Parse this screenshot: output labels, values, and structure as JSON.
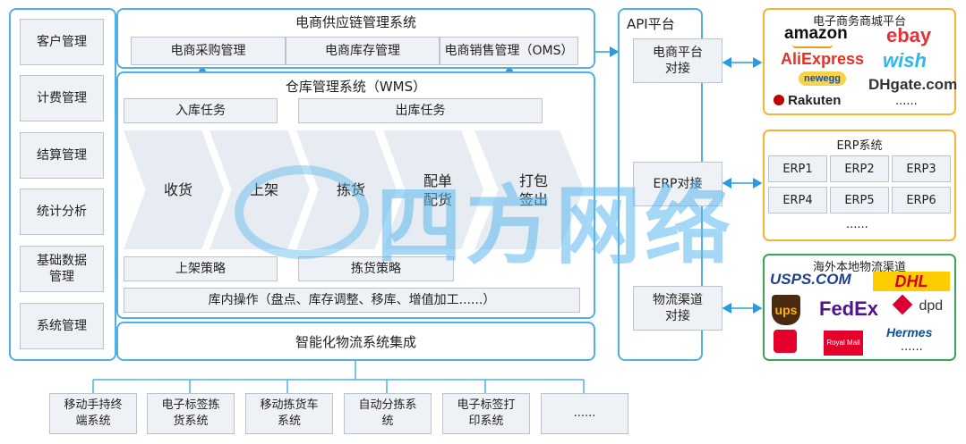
{
  "left_menu": [
    "客户管理",
    "计费管理",
    "结算管理",
    "统计分析",
    "基础数据\n管理",
    "系统管理"
  ],
  "ecom": {
    "title": "电商供应链管理系统",
    "modules": [
      "电商采购管理",
      "电商库存管理",
      "电商销售管理（OMS）"
    ]
  },
  "wms": {
    "title": "仓库管理系统（WMS）",
    "inbound_task": "入库任务",
    "outbound_task": "出库任务",
    "steps": [
      "收货",
      "上架",
      "拣货",
      "配单\n配货",
      "打包\n签出"
    ],
    "putaway_strategy": "上架策略",
    "picking_strategy": "拣货策略",
    "inner_ops": "库内操作（盘点、库存调整、移库、增值加工......）"
  },
  "integration_title": "智能化物流系统集成",
  "bottom_systems": [
    "移动手持终\n端系统",
    "电子标签拣\n货系统",
    "移动拣货车\n系统",
    "自动分拣系\n统",
    "电子标签打\n印系统",
    "......"
  ],
  "api": {
    "title": "API平台",
    "ecom_dock": "电商平台\n对接",
    "erp_dock": "ERP对接",
    "logistics_dock": "物流渠道\n对接"
  },
  "marketplaces": {
    "title": "电子商务商城平台",
    "logos": [
      "amazon",
      "ebay",
      "AliExpress",
      "wish",
      "newegg",
      "DHgate.com",
      "Rakuten",
      "......"
    ]
  },
  "erp": {
    "title": "ERP系统",
    "items": [
      "ERP1",
      "ERP2",
      "ERP3",
      "ERP4",
      "ERP5",
      "ERP6"
    ],
    "more": "......"
  },
  "logistics": {
    "title": "海外本地物流渠道",
    "logos": [
      "USPS.COM",
      "DHL",
      "ups",
      "FedEx",
      "dpd",
      "Royal Mail",
      "Hermes",
      "......"
    ]
  },
  "watermark": "四方网络",
  "colors": {
    "border_blue": "#4fb0e6",
    "orange": "#f5b433",
    "green": "#3aa655",
    "box_fill": "#eef1f5"
  }
}
